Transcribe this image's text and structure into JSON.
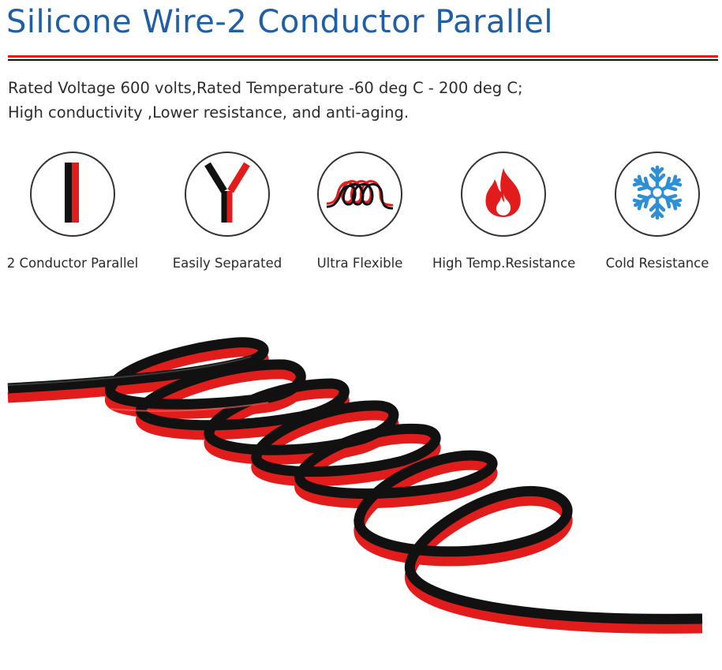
{
  "header": {
    "title": "Silicone Wire-2 Conductor Parallel"
  },
  "description": {
    "line1": "Rated Voltage 600 volts,Rated Temperature -60 deg C - 200 deg C;",
    "line2": "High conductivity ,Lower resistance, and anti-aging."
  },
  "features": [
    {
      "label": "2 Conductor Parallel",
      "icon": "parallel-conductor-icon"
    },
    {
      "label": "Easily Separated",
      "icon": "separated-wire-icon"
    },
    {
      "label": "Ultra Flexible",
      "icon": "coiled-wire-icon"
    },
    {
      "label": "High Temp.Resistance",
      "icon": "flame-icon"
    },
    {
      "label": "Cold Resistance",
      "icon": "snowflake-icon"
    }
  ],
  "colors": {
    "title_blue": "#1f5fa8",
    "wire_red": "#e21b1b",
    "wire_black": "#111111",
    "snow_blue": "#2f8fd6"
  }
}
